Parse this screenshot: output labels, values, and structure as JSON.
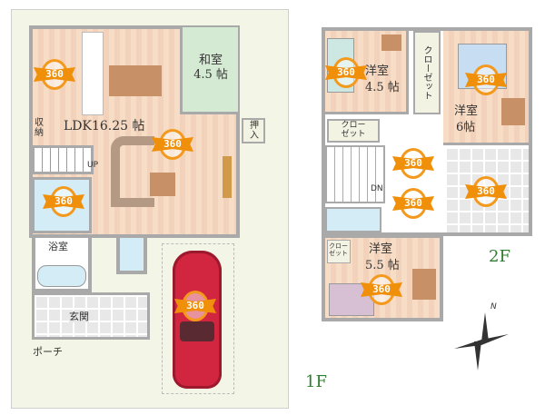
{
  "floor1": {
    "title": "1F",
    "rooms": {
      "japanese": {
        "name": "和室",
        "size": "4.5 帖"
      },
      "ldk": "LDK16.25 帖",
      "storage": "収納",
      "closet": "押入",
      "up": "UP",
      "bath": "浴室",
      "entrance": "玄関",
      "porch": "ポーチ"
    }
  },
  "floor2": {
    "title": "2F",
    "rooms": {
      "west1": {
        "name": "洋室",
        "size": "4.5 帖"
      },
      "walkin": "クローゼット",
      "west2": {
        "name": "洋室",
        "size": "6帖"
      },
      "closet1": "クロー\nゼット",
      "dn": "DN",
      "closet2": "クロー\nゼット",
      "west3": {
        "name": "洋室",
        "size": "5.5 帖"
      }
    }
  },
  "panorama_label": "360",
  "compass": "N",
  "colors": {
    "badge": "#f0900a",
    "floor_label": "#2e7d32",
    "tatami": "#d5ead3",
    "lot": "#f3f6e6",
    "car": "#d2253f"
  }
}
